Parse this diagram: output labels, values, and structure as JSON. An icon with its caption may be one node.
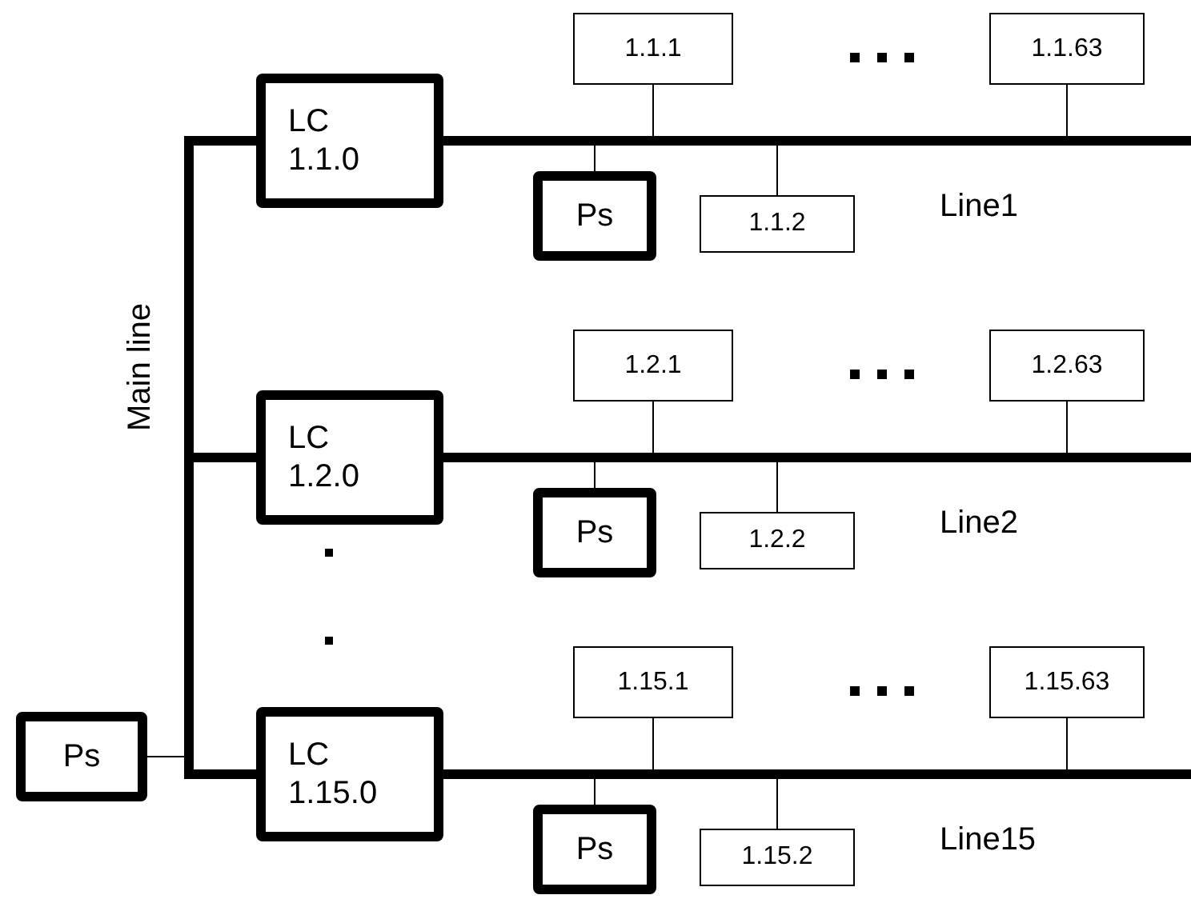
{
  "diagram": {
    "nodes": [
      {
        "text": [],
        "shape": "bar",
        "beside": [
          "Main line"
        ]
      },
      {
        "text": [
          "1.1.1"
        ]
      },
      {
        "text": [
          "1.1.63"
        ]
      },
      {
        "text": [
          "LC 1.1.0"
        ]
      },
      {
        "text": [],
        "shape": "bar",
        "beside": [
          "Line1"
        ]
      },
      {
        "text": [
          "Ps"
        ]
      },
      {
        "text": [
          "1.1.2"
        ]
      },
      {
        "text": [
          "1.2.1"
        ]
      },
      {
        "text": [
          "1.2.63"
        ]
      },
      {
        "text": [
          "LC 1.2.0"
        ]
      },
      {
        "text": [],
        "shape": "bar",
        "beside": [
          "Line2"
        ]
      },
      {
        "text": [
          "Ps"
        ]
      },
      {
        "text": [
          "1.2.2"
        ]
      },
      {
        "text": [
          "1.15.1"
        ]
      },
      {
        "text": [
          "1.15.63"
        ]
      },
      {
        "text": [
          "LC 1.15.0"
        ]
      },
      {
        "text": [],
        "shape": "bar",
        "beside": [
          "Line15"
        ]
      },
      {
        "text": [
          "Ps"
        ]
      },
      {
        "text": [
          "1.15.2"
        ]
      },
      {
        "text": [
          "Ps"
        ]
      }
    ],
    "edges": [
      {
        "from": 0,
        "to": 3,
        "arrow": "none",
        "style": "thick"
      },
      {
        "from": 3,
        "to": 4,
        "arrow": "none",
        "style": "thick"
      },
      {
        "from": 1,
        "to": 4,
        "arrow": "none"
      },
      {
        "from": 2,
        "to": 4,
        "arrow": "none"
      },
      {
        "from": 5,
        "to": 4,
        "arrow": "none"
      },
      {
        "from": 6,
        "to": 4,
        "arrow": "none"
      },
      {
        "from": 0,
        "to": 9,
        "arrow": "none",
        "style": "thick"
      },
      {
        "from": 9,
        "to": 10,
        "arrow": "none",
        "style": "thick"
      },
      {
        "from": 7,
        "to": 10,
        "arrow": "none"
      },
      {
        "from": 8,
        "to": 10,
        "arrow": "none"
      },
      {
        "from": 11,
        "to": 10,
        "arrow": "none"
      },
      {
        "from": 12,
        "to": 10,
        "arrow": "none"
      },
      {
        "from": 0,
        "to": 15,
        "arrow": "none",
        "style": "thick"
      },
      {
        "from": 15,
        "to": 16,
        "arrow": "none",
        "style": "thick"
      },
      {
        "from": 13,
        "to": 16,
        "arrow": "none"
      },
      {
        "from": 14,
        "to": 16,
        "arrow": "none"
      },
      {
        "from": 17,
        "to": 16,
        "arrow": "none"
      },
      {
        "from": 18,
        "to": 16,
        "arrow": "none"
      },
      {
        "from": 19,
        "to": 0,
        "arrow": "none"
      }
    ]
  }
}
